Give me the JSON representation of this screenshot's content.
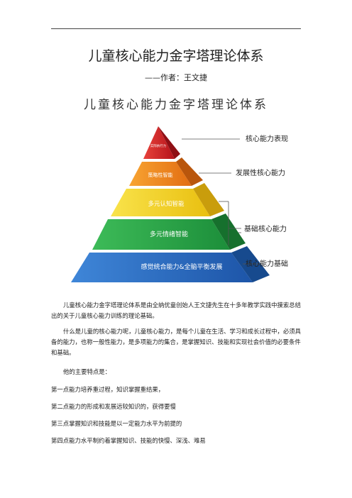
{
  "doc": {
    "title": "儿童核心能力金字塔理论体系",
    "author": "——作者：王文捷"
  },
  "figure": {
    "title": "儿童核心能力金字塔理论体系",
    "levels": [
      {
        "label": "实际执行力",
        "color": "#d6262b"
      },
      {
        "label": "策略性智能",
        "color": "#f08a1e"
      },
      {
        "label": "多元认知智能",
        "color": "#f5d31c"
      },
      {
        "label": "多元情绪智能",
        "color": "#2aa84a"
      },
      {
        "label": "感觉统合能力&全脑平衡发展",
        "color": "#2a6fc4"
      }
    ],
    "side_labels": [
      "核心能力表现",
      "发展性核心能力",
      "基础核心能力",
      "核心能力基础"
    ]
  },
  "body": {
    "p1": "儿童核心能力金字塔理论体系是由全纳优童创始人王文捷先生在十多年教学实践中摸索总结出的关于儿童核心能力训练的理论基础。",
    "p2": "什么是儿童的核心能力呢，儿童核心能力，是每个儿童在生活、学习和成长过程中，必须具备的能力，也称一般性能力，是多项能力的集合，是掌握知识、技能和实现社会价值的必要条件和基础。",
    "p3": "他的主要特点是：",
    "points": [
      "第一点能力培养重过程，知识掌握重结果，",
      "第二点能力的形成和发展远较知识的，获得要慢",
      "第三点掌握知识和技能是以一定能力水平为前提的",
      "第四点能力水平制约着掌握知识、技能的快慢、深浅、难易"
    ]
  }
}
